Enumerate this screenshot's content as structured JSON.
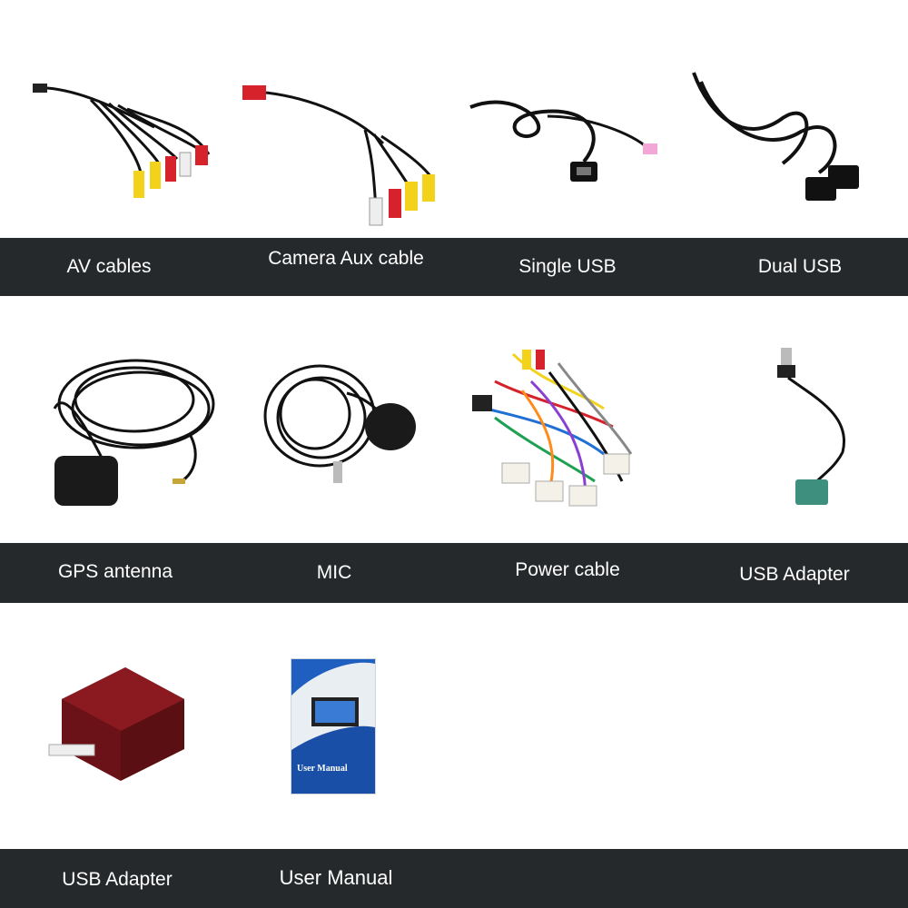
{
  "rows": [
    {
      "items": [
        {
          "label": "AV cables"
        },
        {
          "label": "Camera Aux cable"
        },
        {
          "label": "Single USB"
        },
        {
          "label": "Dual USB"
        }
      ]
    },
    {
      "items": [
        {
          "label": "GPS antenna"
        },
        {
          "label": "MIC"
        },
        {
          "label": "Power cable"
        },
        {
          "label": "USB Adapter"
        }
      ]
    },
    {
      "items": [
        {
          "label": "USB Adapter"
        },
        {
          "label": "User Manual"
        }
      ]
    }
  ],
  "manual_cover": {
    "title": "User Manual"
  },
  "colors": {
    "band": "#26292b",
    "label_text": "#ffffff",
    "rca_yellow": "#f2d21b",
    "rca_red": "#d6222a",
    "usb_adapter_housing": "#7a1418"
  }
}
